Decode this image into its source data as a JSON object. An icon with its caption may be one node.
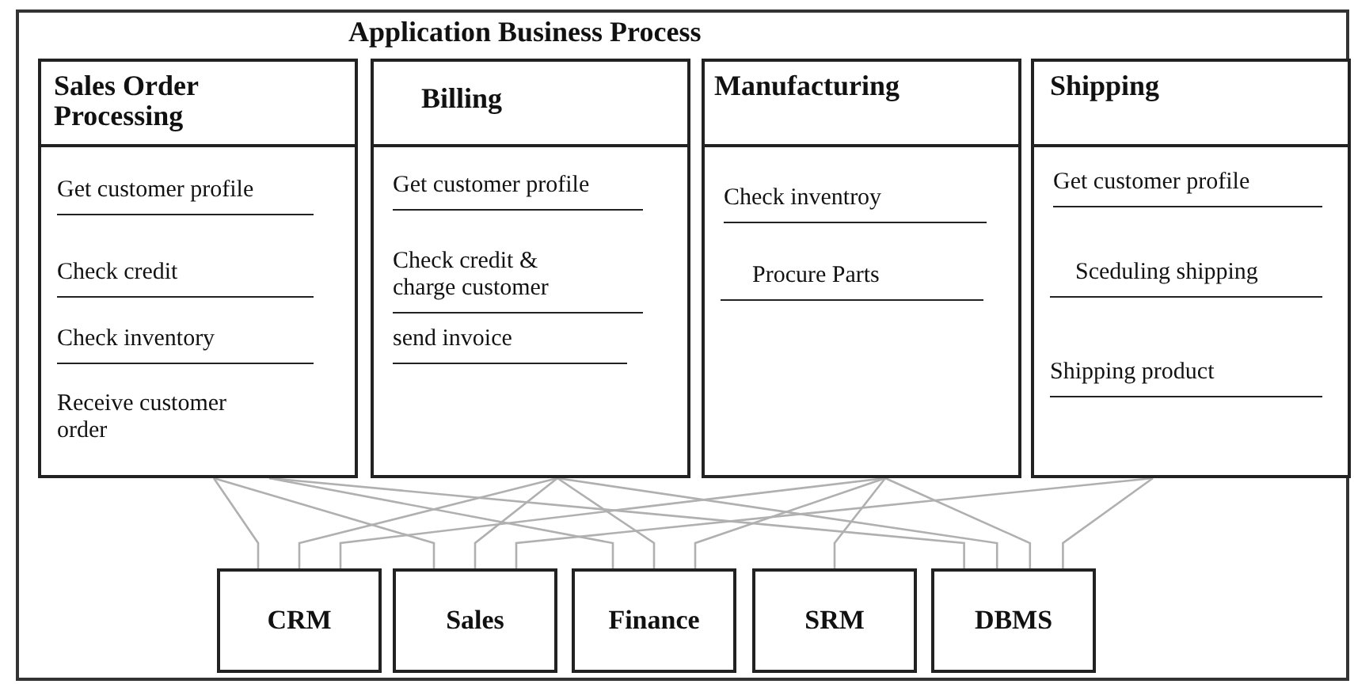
{
  "diagram": {
    "nodes": [
      {
        "text": [
          "Application Business Process"
        ]
      },
      {
        "text": [
          "Sales Order Processing",
          "Get customer profile",
          "Check credit",
          "Check inventory",
          "Receive customer order"
        ],
        "in": 0
      },
      {
        "text": [
          "Billing",
          "Get customer profile",
          "Check credit & charge customer",
          "send invoice"
        ],
        "in": 0
      },
      {
        "text": [
          "Manufacturing",
          "Check inventroy",
          "Procure Parts"
        ],
        "in": 0
      },
      {
        "text": [
          "Shipping",
          "Get customer profile",
          "Sceduling shipping",
          "Shipping product"
        ],
        "in": 0
      },
      {
        "text": [
          "CRM"
        ],
        "in": 0
      },
      {
        "text": [
          "Sales"
        ],
        "in": 0
      },
      {
        "text": [
          "Finance"
        ],
        "in": 0
      },
      {
        "text": [
          "SRM"
        ],
        "in": 0
      },
      {
        "text": [
          "DBMS"
        ],
        "in": 0
      }
    ],
    "edges": [
      {
        "from": 1,
        "to": 5,
        "arrow": "none"
      },
      {
        "from": 1,
        "to": 6,
        "arrow": "none"
      },
      {
        "from": 1,
        "to": 7,
        "arrow": "none"
      },
      {
        "from": 1,
        "to": 9,
        "arrow": "none"
      },
      {
        "from": 2,
        "to": 5,
        "arrow": "none"
      },
      {
        "from": 2,
        "to": 6,
        "arrow": "none"
      },
      {
        "from": 2,
        "to": 7,
        "arrow": "none"
      },
      {
        "from": 2,
        "to": 9,
        "arrow": "none"
      },
      {
        "from": 3,
        "to": 5,
        "arrow": "none"
      },
      {
        "from": 3,
        "to": 7,
        "arrow": "none"
      },
      {
        "from": 3,
        "to": 8,
        "arrow": "none"
      },
      {
        "from": 3,
        "to": 9,
        "arrow": "none"
      },
      {
        "from": 4,
        "to": 6,
        "arrow": "none"
      },
      {
        "from": 4,
        "to": 9,
        "arrow": "none"
      }
    ]
  }
}
